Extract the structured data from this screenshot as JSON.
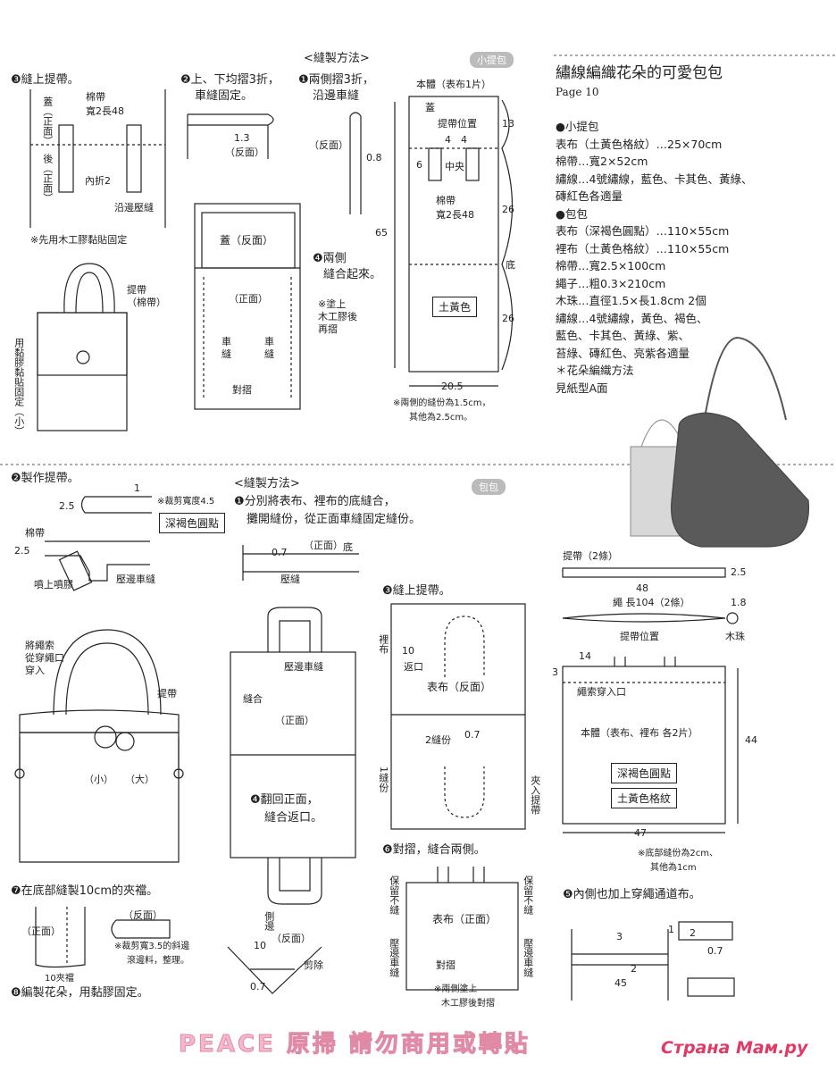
{
  "header": {
    "title": "繡線編織花朵的可愛包包",
    "page": "Page 10"
  },
  "pills": {
    "small": "小提包",
    "bag": "包包"
  },
  "materials": [
    "●小提包",
    "表布（土黃色格紋）…25×70cm",
    "棉帶…寬2×52cm",
    "繡線…4號繡線，藍色、卡其色、黃綠、",
    "磚紅色各適量",
    "●包包",
    "表布（深褐色圓點）…110×55cm",
    "裡布（土黃色格紋）…110×55cm",
    "棉帶…寬2.5×100cm",
    "繩子…粗0.3×210cm",
    "木珠…直徑1.5×長1.8cm 2個",
    "繡線…4號繡線，黃色、褐色、",
    "藍色、卡其色、黃綠、紫、",
    "苔綠、磚紅色、亮紫各適量",
    "＊花朵編織方法",
    "見紙型A面"
  ],
  "top": {
    "method_title": "<縫製方法>",
    "step3_title": "❸縫上提帶。",
    "step2_title": "❷上、下均摺3折，",
    "step2_title2": "車縫固定。",
    "step1_title": "❶兩側摺3折，",
    "step1_title2": "沿邊車縫",
    "step4_title": "❹兩側",
    "step4_title2": "縫合起來。",
    "cover_front": "蓋",
    "cover_front2": "（正面）",
    "back_front": "後",
    "back_front2": "（正面）",
    "tape_label": "棉帶",
    "tape_size": "寬2長48",
    "fold2": "內折2",
    "edge_press": "沿邊壓縫",
    "glue_note": "※先用木工膠黏貼固定",
    "dim_13": "1.3",
    "reverse": "（反面）",
    "reverse2": "（反面）",
    "dim_08": "0.8",
    "cover_reverse": "蓋（反面）",
    "front": "（正面）",
    "sew1": "車",
    "sew1b": "縫",
    "sew2": "車",
    "sew2b": "縫",
    "fold_label": "對摺",
    "glue_after": "※塗上",
    "glue_after2": "木工膠後",
    "glue_after3": "再摺",
    "handle_label": "提帶",
    "handle_label2": "（棉帶）",
    "glue_side": "用黏膠黏貼固定（小）",
    "body_label": "本體（表布1片）",
    "body_cover": "蓋",
    "handle_pos": "提帶位置",
    "dim_4a": "4",
    "dim_4b": "4",
    "dim_6": "6",
    "center": "中央",
    "tape2": "棉帶",
    "tape2_size": "寬2長48",
    "dim_13b": "13",
    "dim_26a": "26",
    "dim_65": "65",
    "bottom": "底",
    "dim_26b": "26",
    "color_box": "土黃色",
    "dim_205": "20.5",
    "seam_note": "※兩側的縫份為1.5cm，",
    "seam_note2": "其他為2.5cm。"
  },
  "bottom": {
    "step2_title": "❷製作提帶。",
    "dim_1": "1",
    "cut_note": "※裁剪寬度4.5",
    "dim_25": "2.5",
    "color_dark": "深褐色圓點",
    "tape": "棉帶",
    "dim_25b": "2.5",
    "spray": "噴上噴膠",
    "edge_sew": "壓邊車縫",
    "method_title": "<縫製方法>",
    "step1_title": "❶分別將表布、裡布的底縫合，",
    "step1_title2": "攤開縫份，從正面車縫固定縫份。",
    "dim_07": "0.7",
    "front_label": "（正面）",
    "bottom_label": "底",
    "press": "壓縫",
    "rope_note": "將繩索",
    "rope_note2": "從穿繩口",
    "rope_note3": "穿入",
    "handle": "提帶",
    "small": "（小）",
    "large": "（大）",
    "edge_press": "壓邊車縫",
    "join": "縫合",
    "front2": "（正面）",
    "step4_title": "❹翻回正面，",
    "step4_title2": "縫合返口。",
    "step3_title": "❸縫上提帶。",
    "lining": "裡布",
    "dim_10": "10",
    "return_opening": "返口",
    "outer_reverse": "表布（反面）",
    "seam2": "2縫份",
    "dim_07b": "0.7",
    "seam1": "1縫份",
    "insert_handle": "夾入提帶",
    "step6_title": "❻對摺，縫合兩側。",
    "keep_unsewn": "保留不縫",
    "keep_unsewn2": "保留不縫",
    "outer_front": "表布（正面）",
    "edge_sew_l": "壓邊車縫",
    "edge_sew_r": "壓邊車縫",
    "fold": "對摺",
    "glue_fold": "※兩側塗上",
    "glue_fold2": "木工膠後對摺",
    "step7_title": "❼在底部縫製10cm的夾襠。",
    "front3": "（正面）",
    "reverse3": "（反面）",
    "gusset": "10夾襠",
    "bias_note": "※裁剪寬3.5的斜邊",
    "bias_note2": "滾邊料，整理。",
    "side": "側邊",
    "reverse4": "（反面）",
    "dim_10b": "10",
    "cut_off": "剪除",
    "dim_07c": "0.7",
    "step8_title": "❽編製花朵，用黏膠固定。",
    "handle_count": "提帶（2條）",
    "dim_25c": "2.5",
    "dim_48": "48",
    "rope_len": "繩 長104（2條）",
    "dim_18": "1.8",
    "bead": "木珠",
    "handle_pos": "提帶位置",
    "dim_14": "14",
    "dim_3": "3",
    "rope_entry": "繩索穿入口",
    "body": "本體（表布、裡布 各2片）",
    "color_dark2": "深褐色圓點",
    "color_yellow": "土黃色格紋",
    "dim_44": "44",
    "dim_47": "47",
    "seam_note": "※底部縫份為2cm、",
    "seam_note2": "其他為1cm",
    "step5_title": "❺內側也加上穿繩通道布。",
    "dim_1b": "1",
    "dim_2": "2",
    "dim_3b": "3",
    "dim_07d": "0.7",
    "dim_2b": "2",
    "dim_45": "45"
  },
  "footer": {
    "text": "PEACE 原掃  請勿商用或轉貼",
    "watermark": "Страна Мам.ру"
  },
  "colors": {
    "line": "#222222",
    "pill": "#bbbbbb",
    "footer": "#f5b8c8",
    "watermark": "#e03a66"
  }
}
